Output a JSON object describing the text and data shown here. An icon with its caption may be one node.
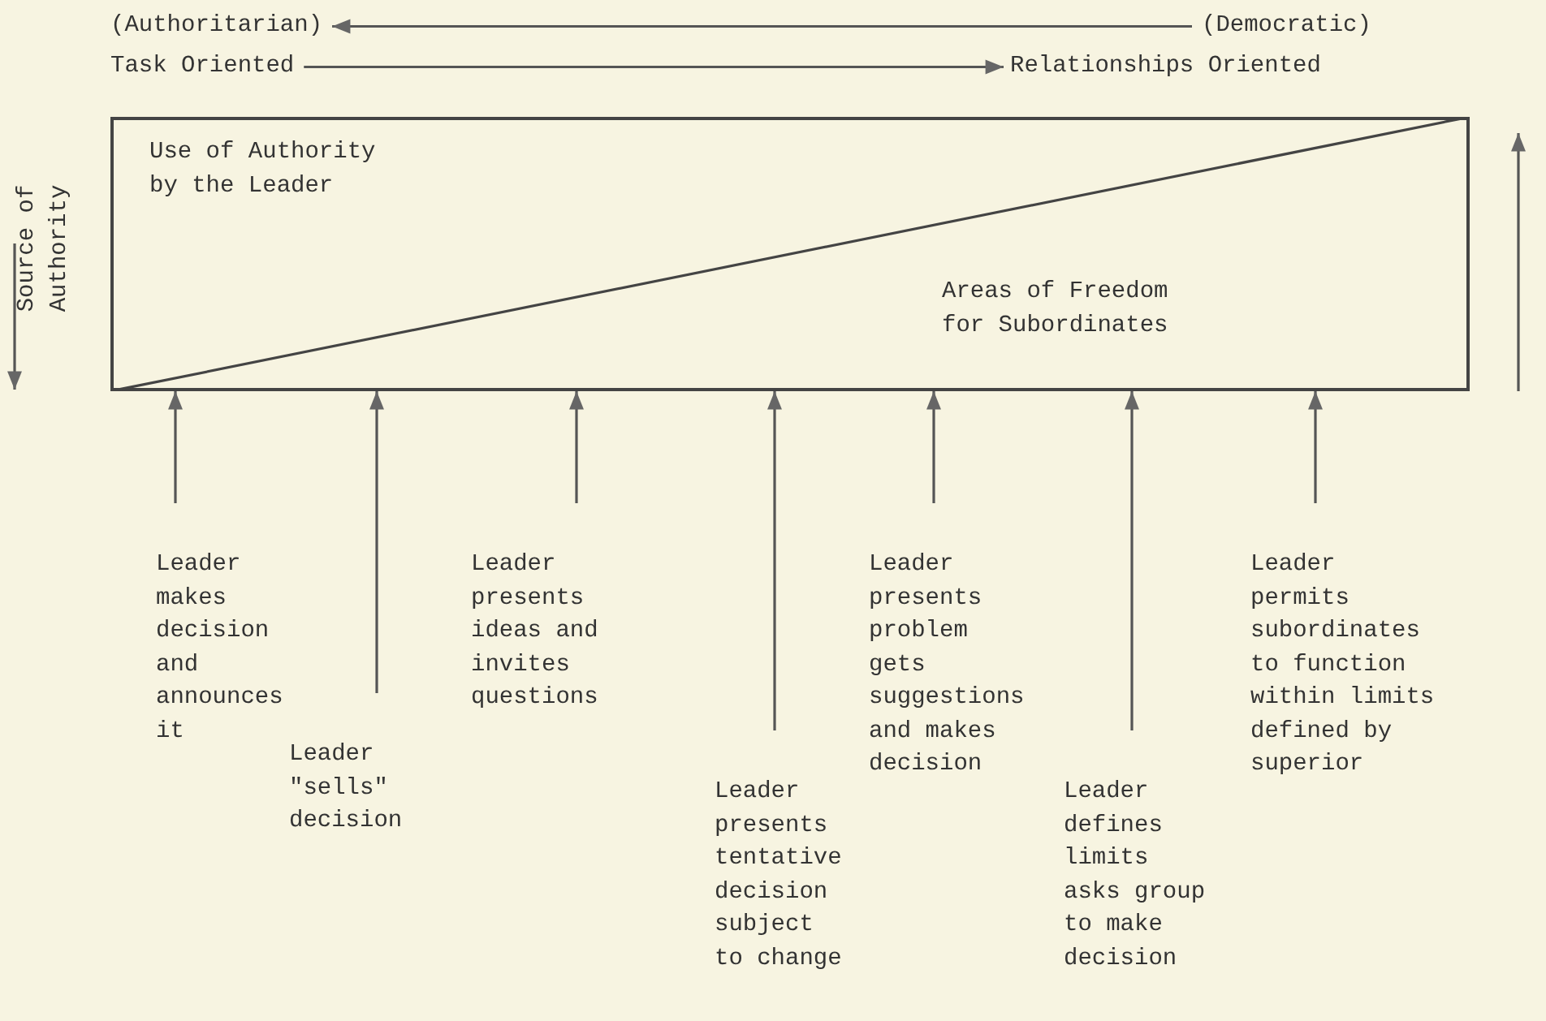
{
  "diagram": {
    "nodes": [
      {
        "text": [
          "(Authoritarian)"
        ]
      },
      {
        "text": [
          "(Democratic)"
        ]
      },
      {
        "text": [
          "Task Oriented"
        ]
      },
      {
        "text": [
          "Relationships Oriented"
        ]
      },
      {
        "text": [
          "Use of Authority by the Leader",
          "Areas of Freedom for Subordinates"
        ]
      },
      {
        "text": [
          "Leader makes decision and announces it"
        ]
      },
      {
        "text": [
          "Leader \"sells\" decision"
        ]
      },
      {
        "text": [
          "Leader presents ideas and invites questions"
        ]
      },
      {
        "text": [
          "Leader presents tentative decision subject to change"
        ]
      },
      {
        "text": [
          "Leader presents problem gets suggestions and makes decision"
        ]
      },
      {
        "text": [
          "Leader defines limits asks group to make decision"
        ]
      },
      {
        "text": [
          "Leader permits subordinates to function within limits defined by superior"
        ]
      }
    ],
    "edges": [
      {
        "from": 1,
        "to": 0,
        "arrow": "to"
      },
      {
        "from": 2,
        "to": 3,
        "arrow": "to"
      },
      {
        "from": 5,
        "to": 4,
        "arrow": "to"
      },
      {
        "from": 6,
        "to": 4,
        "arrow": "to"
      },
      {
        "from": 7,
        "to": 4,
        "arrow": "to"
      },
      {
        "from": 8,
        "to": 4,
        "arrow": "to"
      },
      {
        "from": 9,
        "to": 4,
        "arrow": "to"
      },
      {
        "from": 10,
        "to": 4,
        "arrow": "to"
      },
      {
        "from": 11,
        "to": 4,
        "arrow": "to"
      }
    ],
    "labels": [
      "Source of Authority"
    ]
  }
}
